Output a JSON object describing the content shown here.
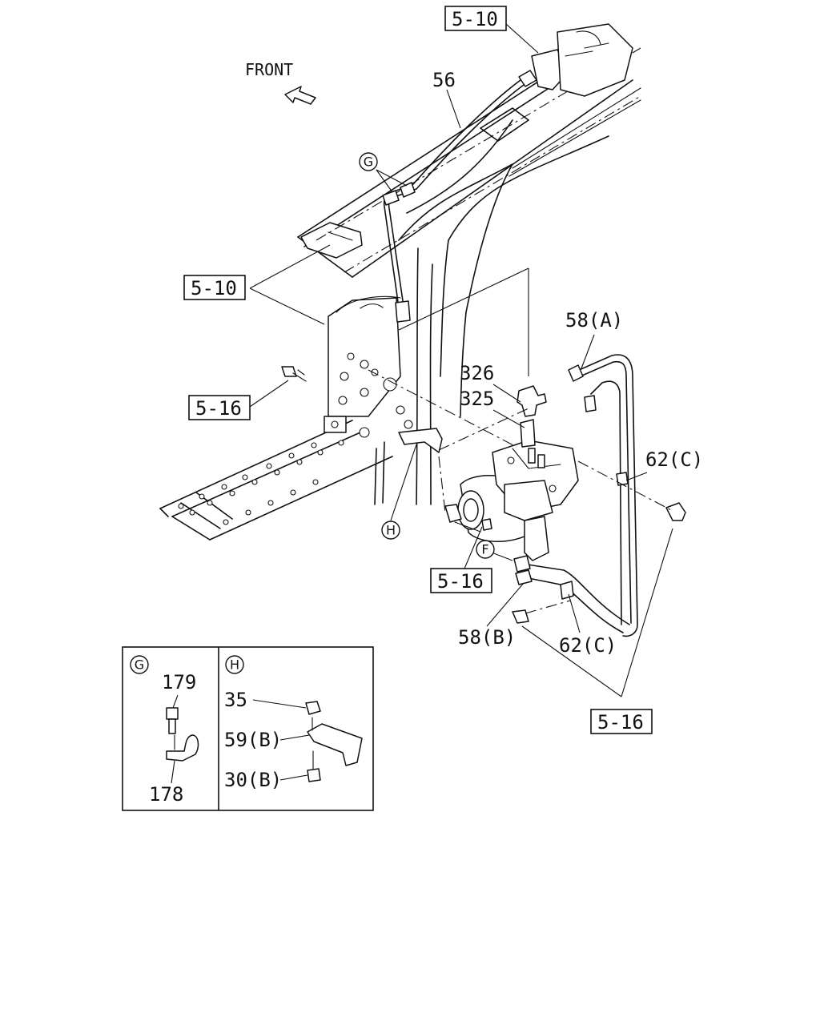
{
  "front_label": "FRONT",
  "refs": {
    "r510_top": "5-10",
    "r510_mid": "5-10",
    "r516_left": "5-16",
    "r516_mid": "5-16",
    "r516_bottom": "5-16"
  },
  "parts": {
    "p56": "56",
    "p58a": "58(A)",
    "p326": "326",
    "p325": "325",
    "p62c_upper": "62(C)",
    "p58b": "58(B)",
    "p62c_lower": "62(C)"
  },
  "markers": {
    "g_main": "G",
    "h_main": "H",
    "f_main": "F"
  },
  "inset_g": {
    "marker": "G",
    "p179": "179",
    "p178": "178"
  },
  "inset_h": {
    "marker": "H",
    "p35": "35",
    "p59b": "59(B)",
    "p30b": "30(B)"
  }
}
